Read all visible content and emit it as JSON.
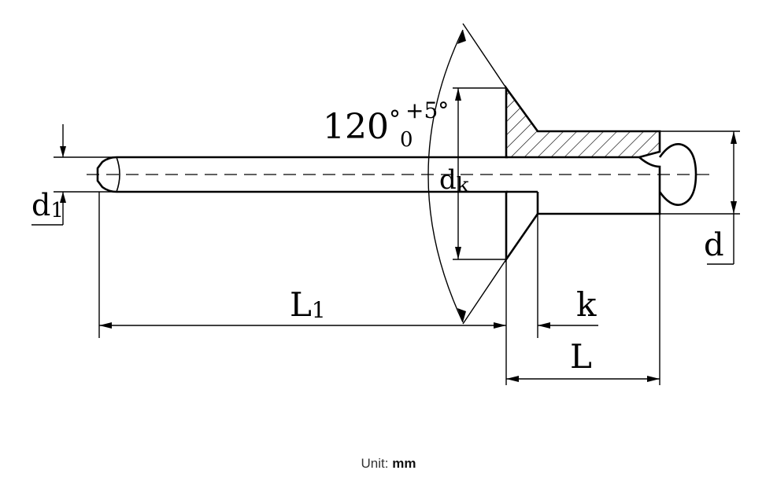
{
  "labels": {
    "angle_main": "120",
    "angle_unit": "°",
    "tol_upper": "+5°",
    "tol_lower": "0",
    "d1_letter": "d",
    "d1_sub": "1",
    "dk_letter": "d",
    "dk_sub": "k",
    "L1_letter": "L",
    "L1_sub": "1",
    "k": "k",
    "L": "L",
    "d": "d"
  },
  "caption": {
    "prefix": "Unit: ",
    "unit": "mm"
  }
}
